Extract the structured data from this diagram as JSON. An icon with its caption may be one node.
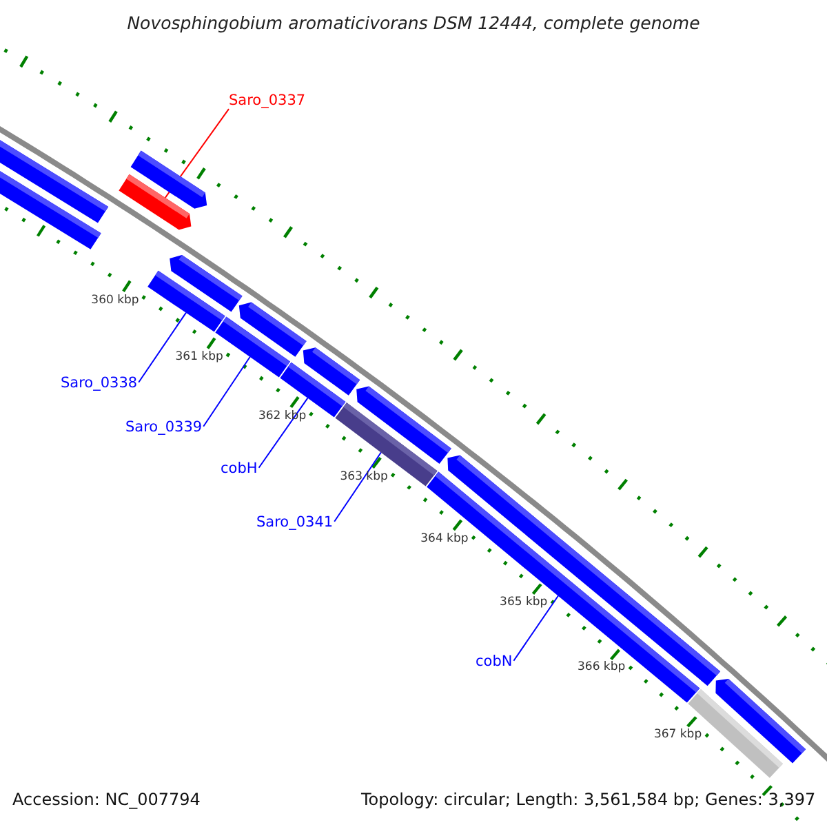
{
  "diagram": {
    "title": "Novosphingobium aromaticivorans DSM 12444, complete genome",
    "nodes": [
      {
        "text": [
          "Saro_0337"
        ]
      },
      {
        "text": [],
        "shape": "bar"
      },
      {
        "text": [
          "Saro_0338"
        ]
      },
      {
        "text": [],
        "shape": "bar"
      },
      {
        "text": [
          "Saro_0339"
        ]
      },
      {
        "text": [],
        "shape": "bar"
      },
      {
        "text": [
          "cobH"
        ]
      },
      {
        "text": [],
        "shape": "bar"
      },
      {
        "text": [
          "Saro_0341"
        ]
      },
      {
        "text": [],
        "shape": "bar"
      },
      {
        "text": [
          "cobN"
        ]
      },
      {
        "text": [],
        "shape": "bar"
      }
    ],
    "edges": [
      {
        "from": 0,
        "to": 1,
        "arrow": "none",
        "color": "#ff0000"
      },
      {
        "from": 2,
        "to": 3,
        "arrow": "none"
      },
      {
        "from": 4,
        "to": 5,
        "arrow": "none"
      },
      {
        "from": 6,
        "to": 7,
        "arrow": "none"
      },
      {
        "from": 8,
        "to": 9,
        "arrow": "none"
      },
      {
        "from": 10,
        "to": 11,
        "arrow": "none"
      }
    ],
    "labels": [
      "360 kbp",
      "361 kbp",
      "362 kbp",
      "363 kbp",
      "364 kbp",
      "365 kbp",
      "366 kbp",
      "367 kbp",
      "Accession: NC_007794",
      "Topology: circular; Length: 3,561,584 bp; Genes: 3,397"
    ]
  }
}
